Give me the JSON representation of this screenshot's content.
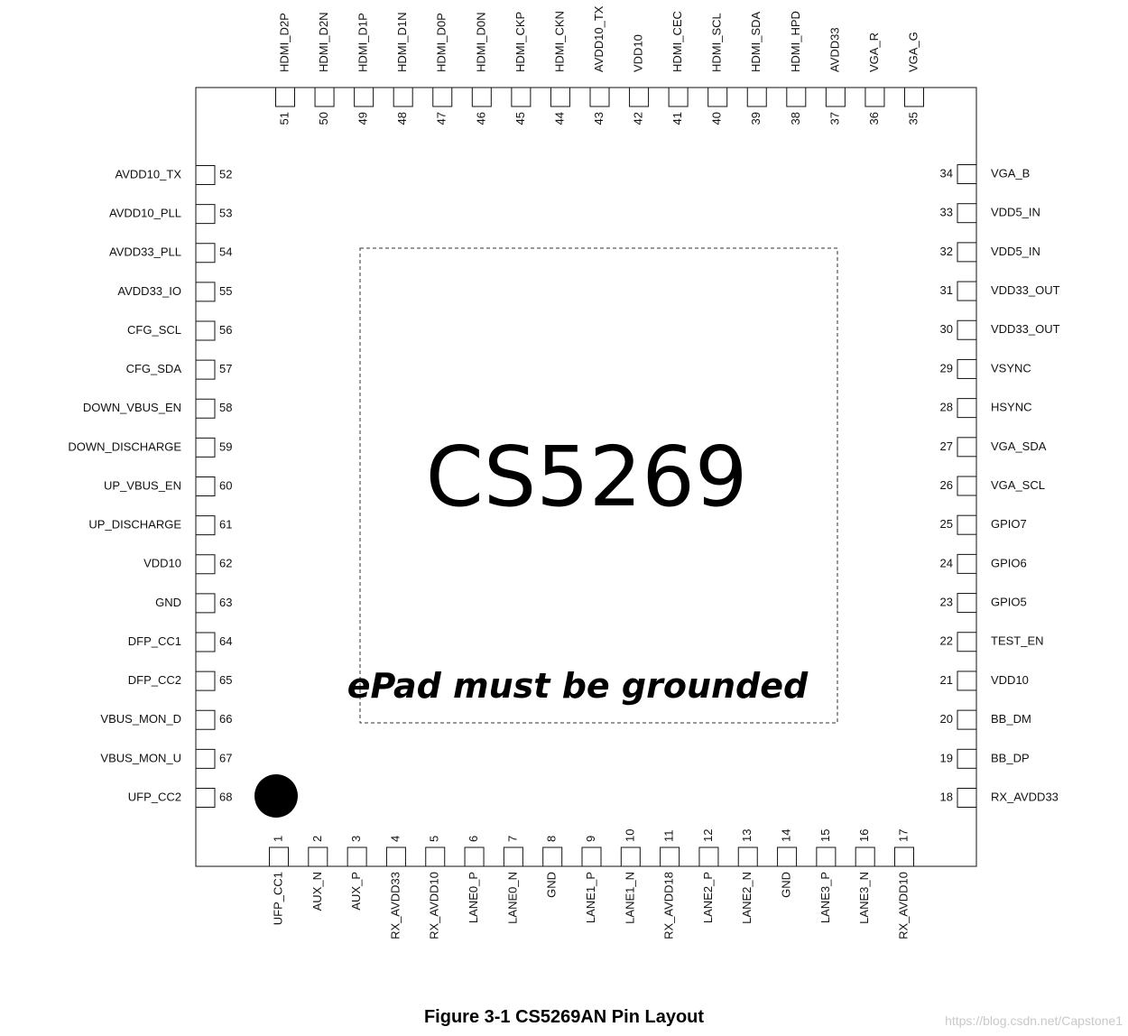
{
  "chip": {
    "name": "CS5269"
  },
  "epad": {
    "note": "ePad must be grounded"
  },
  "caption": "Figure 3-1  CS5269AN Pin Layout",
  "watermark": "https://blog.csdn.net/Capstone1",
  "colors": {
    "ink": "#111111",
    "watermark": "#c9c9c9"
  },
  "pins": {
    "top": [
      {
        "num": "51",
        "name": "HDMI_D2P"
      },
      {
        "num": "50",
        "name": "HDMI_D2N"
      },
      {
        "num": "49",
        "name": "HDMI_D1P"
      },
      {
        "num": "48",
        "name": "HDMI_D1N"
      },
      {
        "num": "47",
        "name": "HDMI_D0P"
      },
      {
        "num": "46",
        "name": "HDMI_D0N"
      },
      {
        "num": "45",
        "name": "HDMI_CKP"
      },
      {
        "num": "44",
        "name": "HDMI_CKN"
      },
      {
        "num": "43",
        "name": "AVDD10_TX"
      },
      {
        "num": "42",
        "name": "VDD10"
      },
      {
        "num": "41",
        "name": "HDMI_CEC"
      },
      {
        "num": "40",
        "name": "HDMI_SCL"
      },
      {
        "num": "39",
        "name": "HDMI_SDA"
      },
      {
        "num": "38",
        "name": "HDMI_HPD"
      },
      {
        "num": "37",
        "name": "AVDD33"
      },
      {
        "num": "36",
        "name": "VGA_R"
      },
      {
        "num": "35",
        "name": "VGA_G"
      }
    ],
    "left": [
      {
        "num": "52",
        "name": "AVDD10_TX"
      },
      {
        "num": "53",
        "name": "AVDD10_PLL"
      },
      {
        "num": "54",
        "name": "AVDD33_PLL"
      },
      {
        "num": "55",
        "name": "AVDD33_IO"
      },
      {
        "num": "56",
        "name": "CFG_SCL"
      },
      {
        "num": "57",
        "name": "CFG_SDA"
      },
      {
        "num": "58",
        "name": "DOWN_VBUS_EN"
      },
      {
        "num": "59",
        "name": "DOWN_DISCHARGE"
      },
      {
        "num": "60",
        "name": "UP_VBUS_EN"
      },
      {
        "num": "61",
        "name": "UP_DISCHARGE"
      },
      {
        "num": "62",
        "name": "VDD10"
      },
      {
        "num": "63",
        "name": "GND"
      },
      {
        "num": "64",
        "name": "DFP_CC1"
      },
      {
        "num": "65",
        "name": "DFP_CC2"
      },
      {
        "num": "66",
        "name": "VBUS_MON_D"
      },
      {
        "num": "67",
        "name": "VBUS_MON_U"
      },
      {
        "num": "68",
        "name": "UFP_CC2"
      }
    ],
    "right": [
      {
        "num": "34",
        "name": "VGA_B"
      },
      {
        "num": "33",
        "name": "VDD5_IN"
      },
      {
        "num": "32",
        "name": "VDD5_IN"
      },
      {
        "num": "31",
        "name": "VDD33_OUT"
      },
      {
        "num": "30",
        "name": "VDD33_OUT"
      },
      {
        "num": "29",
        "name": "VSYNC"
      },
      {
        "num": "28",
        "name": "HSYNC"
      },
      {
        "num": "27",
        "name": "VGA_SDA"
      },
      {
        "num": "26",
        "name": "VGA_SCL"
      },
      {
        "num": "25",
        "name": "GPIO7"
      },
      {
        "num": "24",
        "name": "GPIO6"
      },
      {
        "num": "23",
        "name": "GPIO5"
      },
      {
        "num": "22",
        "name": "TEST_EN"
      },
      {
        "num": "21",
        "name": "VDD10"
      },
      {
        "num": "20",
        "name": "BB_DM"
      },
      {
        "num": "19",
        "name": "BB_DP"
      },
      {
        "num": "18",
        "name": "RX_AVDD33"
      }
    ],
    "bottom": [
      {
        "num": "1",
        "name": "UFP_CC1"
      },
      {
        "num": "2",
        "name": "AUX_N"
      },
      {
        "num": "3",
        "name": "AUX_P"
      },
      {
        "num": "4",
        "name": "RX_AVDD33"
      },
      {
        "num": "5",
        "name": "RX_AVDD10"
      },
      {
        "num": "6",
        "name": "LANE0_P"
      },
      {
        "num": "7",
        "name": "LANE0_N"
      },
      {
        "num": "8",
        "name": "GND"
      },
      {
        "num": "9",
        "name": "LANE1_P"
      },
      {
        "num": "10",
        "name": "LANE1_N"
      },
      {
        "num": "11",
        "name": "RX_AVDD18"
      },
      {
        "num": "12",
        "name": "LANE2_P"
      },
      {
        "num": "13",
        "name": "LANE2_N"
      },
      {
        "num": "14",
        "name": "GND"
      },
      {
        "num": "15",
        "name": "LANE3_P"
      },
      {
        "num": "16",
        "name": "LANE3_N"
      },
      {
        "num": "17",
        "name": "RX_AVDD10"
      }
    ]
  }
}
